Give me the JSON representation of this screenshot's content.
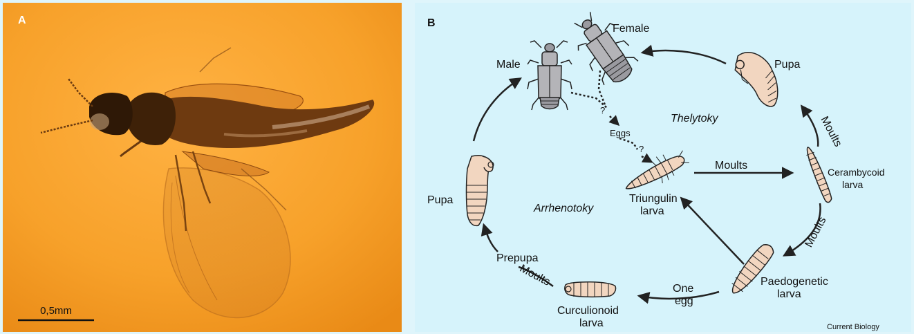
{
  "panel_a": {
    "letter": "A",
    "scale_bar_label": "0,5mm"
  },
  "panel_b": {
    "letter": "B",
    "labels": {
      "female": "Female",
      "male": "Male",
      "pupa_top": "Pupa",
      "thelytoky": "Thelytoky",
      "moults_right_upper": "Moults",
      "cerambycoid_1": "Cerambycoid",
      "cerambycoid_2": "larva",
      "moults_middle": "Moults",
      "eggs": "Eggs",
      "question_1": "?",
      "question_2": "?",
      "triungulin_1": "Triungulin",
      "triungulin_2": "larva",
      "arrhenotoky": "Arrhenotoky",
      "pupa_left": "Pupa",
      "moults_right_lower": "Moults",
      "paedogenetic_1": "Paedogenetic",
      "paedogenetic_2": "larva",
      "prepupa": "Prepupa",
      "moults_bottom": "Moults",
      "one_egg_1": "One",
      "one_egg_2": "egg",
      "curculionoid_1": "Curculionoid",
      "curculionoid_2": "larva",
      "credit": "Current Biology"
    },
    "colors": {
      "background": "#d6f3fb",
      "adult_fill": "#b4b4b8",
      "larva_fill": "#f2d6c0",
      "ink": "#222222"
    }
  }
}
